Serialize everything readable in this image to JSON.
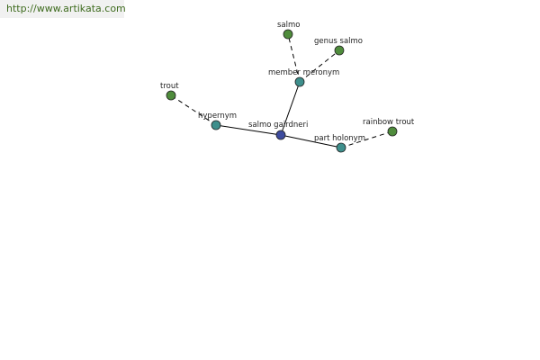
{
  "source": {
    "url_text": "http://www.artikata.com"
  },
  "colors": {
    "center": "#3d4b9e",
    "relation": "#3e8f8c",
    "word": "#4f8c3c",
    "link": "#3e6b1e"
  },
  "graph": {
    "nodes": [
      {
        "id": "center",
        "label": "salmo gairdneri",
        "kind": "center"
      },
      {
        "id": "hypernym",
        "label": "hypernym",
        "kind": "relation"
      },
      {
        "id": "member_meronym",
        "label": "member meronym",
        "kind": "relation"
      },
      {
        "id": "part_holonym",
        "label": "part holonym",
        "kind": "relation"
      },
      {
        "id": "trout",
        "label": "trout",
        "kind": "word"
      },
      {
        "id": "salmo",
        "label": "salmo",
        "kind": "word"
      },
      {
        "id": "genus_salmo",
        "label": "genus salmo",
        "kind": "word"
      },
      {
        "id": "rainbow_trout",
        "label": "rainbow trout",
        "kind": "word"
      }
    ],
    "edges": [
      {
        "from": "center",
        "to": "hypernym",
        "style": "solid"
      },
      {
        "from": "center",
        "to": "member_meronym",
        "style": "solid"
      },
      {
        "from": "center",
        "to": "part_holonym",
        "style": "solid"
      },
      {
        "from": "hypernym",
        "to": "trout",
        "style": "dashed"
      },
      {
        "from": "member_meronym",
        "to": "salmo",
        "style": "dashed"
      },
      {
        "from": "member_meronym",
        "to": "genus_salmo",
        "style": "dashed"
      },
      {
        "from": "part_holonym",
        "to": "rainbow_trout",
        "style": "dashed"
      }
    ]
  }
}
